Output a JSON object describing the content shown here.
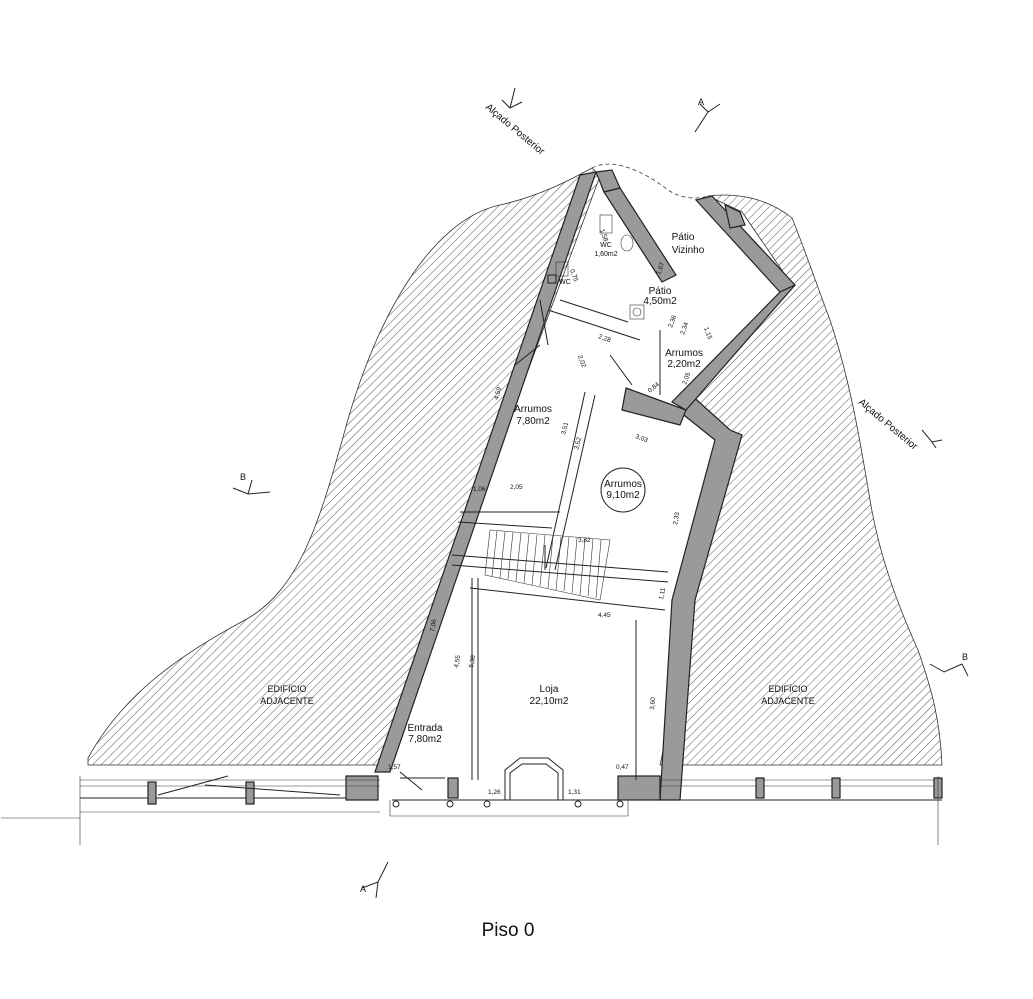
{
  "drawing": {
    "title": "Piso 0",
    "rooms": {
      "wc1": {
        "name": "WC",
        "area": "1,60m2"
      },
      "wc2": {
        "name": "WC"
      },
      "patio": {
        "name": "Pátio",
        "area": "4,50m2"
      },
      "patio_vizinho": {
        "name": "Pátio",
        "name2": "Vizinho"
      },
      "arrumos_a": {
        "name": "Arrumos",
        "area": "2,20m2"
      },
      "arrumos_b": {
        "name": "Arrumos",
        "area": "7,80m2"
      },
      "arrumos_c": {
        "name": "Arrumos",
        "area": "9,10m2"
      },
      "loja": {
        "name": "Loja",
        "area": "22,10m2"
      },
      "entrada": {
        "name": "Entrada",
        "area": "7,80m2"
      }
    },
    "adjacent_left": {
      "line1": "EDIFÍCIO",
      "line2": "ADJACENTE"
    },
    "adjacent_right": {
      "line1": "EDIFÍCIO",
      "line2": "ADJACENTE"
    },
    "elevation_left": "Alçado Posterior",
    "elevation_right": "Alçado Posterior",
    "section_marks": {
      "a": "A",
      "b": "B"
    },
    "dimensions": {
      "d_1_67": "1,67",
      "d_2_36": "2,36",
      "d_2_34": "2,34",
      "d_1_15": "1,15",
      "d_2_05a": "2,05",
      "d_0_84": "0,84",
      "d_2_28": "2,28",
      "d_2_02": "2,02",
      "d_4_59": "4,59",
      "d_3_51": "3,51",
      "d_3_52": "3,52",
      "d_3_03": "3,03",
      "d_1_06": "1,06",
      "d_2_05b": "2,05",
      "d_2_33": "2,33",
      "d_3_82": "3,82",
      "d_1_11": "1,11",
      "d_4_45": "4,45",
      "d_7_06": "7,06",
      "d_4_55": "4,55",
      "d_5_36": "5,36",
      "d_3_60": "3,60",
      "d_1_57": "1,57",
      "d_0_47": "0,47",
      "d_1_26": "1,26",
      "d_1_31": "1,31",
      "d_0_75": "0,75",
      "d_1_58": "1,58"
    }
  }
}
